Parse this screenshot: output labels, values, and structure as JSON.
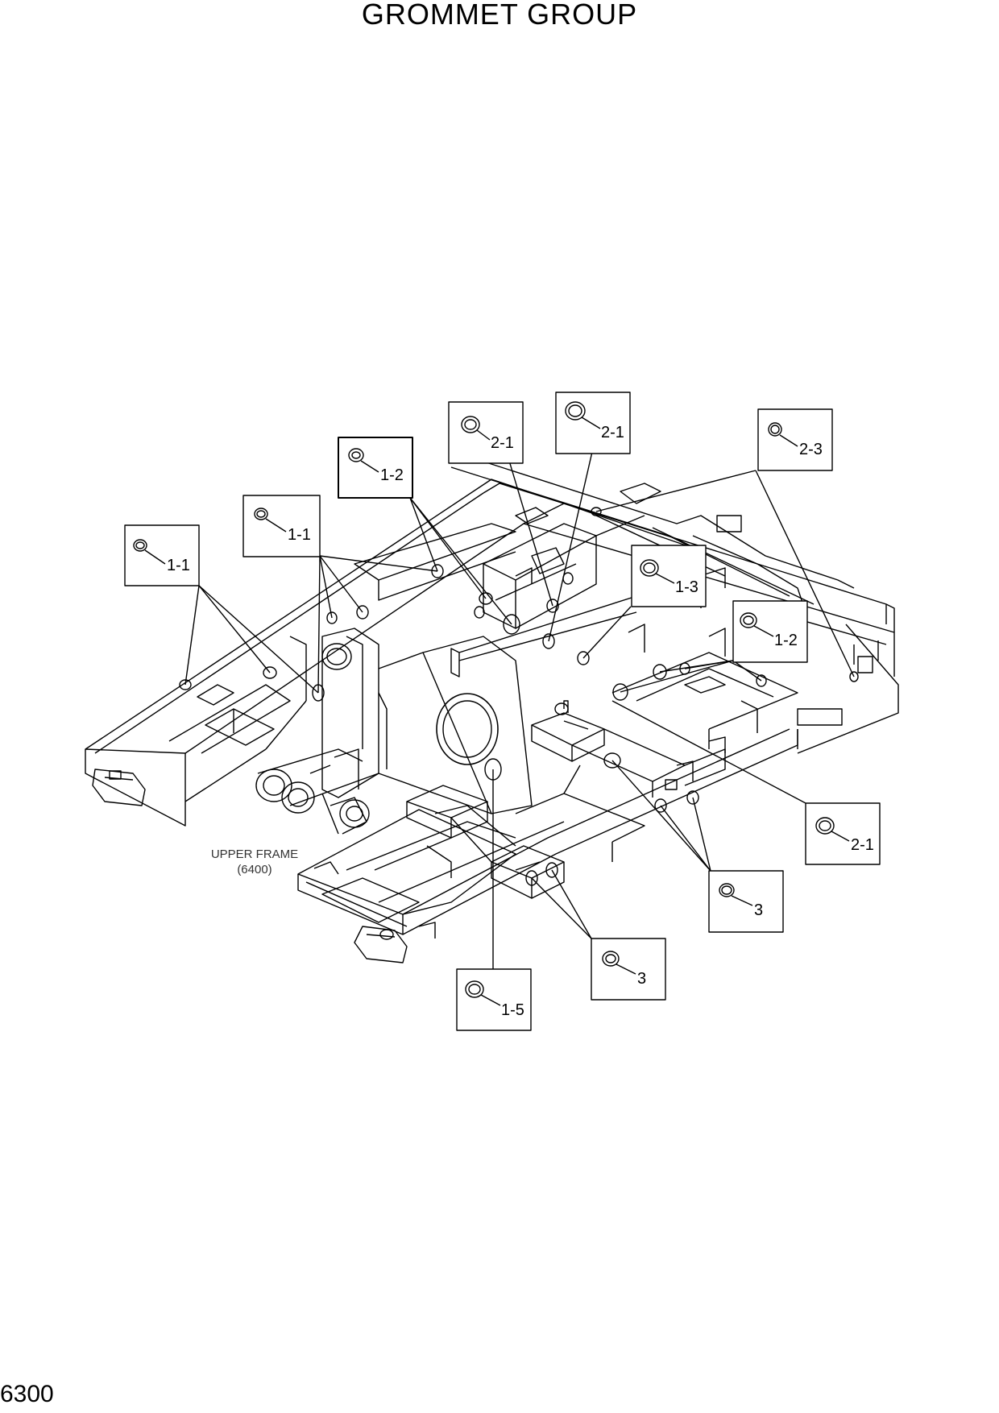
{
  "title": "GROMMET GROUP",
  "page_number": "6300",
  "note": {
    "line1": "UPPER FRAME",
    "line2": "(6400)"
  },
  "callouts": [
    "1-1",
    "1-1",
    "1-2",
    "2-1",
    "2-1",
    "2-3",
    "1-3",
    "1-2",
    "2-1",
    "3",
    "3",
    "1-5"
  ]
}
